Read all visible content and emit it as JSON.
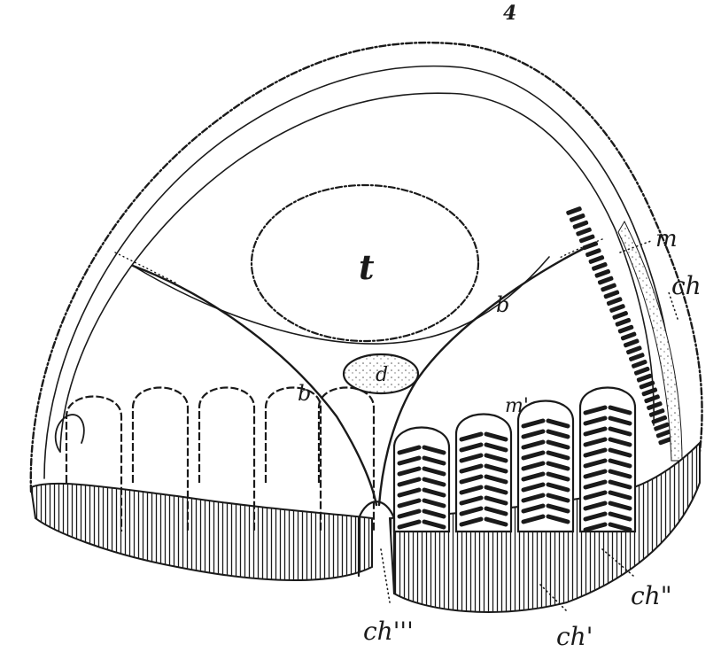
{
  "figure": {
    "number": "4",
    "labels": {
      "t": "t",
      "d": "d",
      "b_left": "b",
      "b_right": "b",
      "m": "m",
      "m_prime": "m'",
      "ch": "ch",
      "ch_prime": "ch'",
      "ch_double": "ch\"",
      "ch_triple": "ch'''"
    }
  },
  "colors": {
    "ink": "#1a1a1a",
    "paper": "#ffffff"
  }
}
